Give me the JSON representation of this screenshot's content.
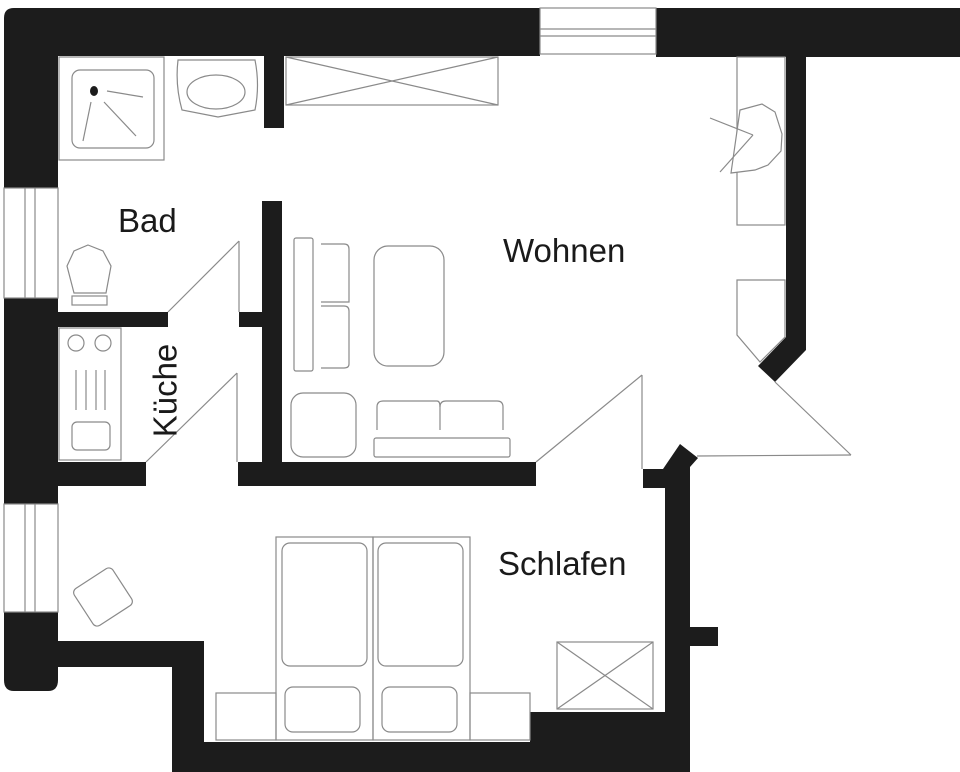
{
  "plan": {
    "title": "Floor plan",
    "wall_color": "#1c1c1c",
    "line_color": "#8a8a8a",
    "background": "#ffffff"
  },
  "rooms": {
    "bad": {
      "label": "Bad"
    },
    "kueche": {
      "label": "Küche"
    },
    "wohnen": {
      "label": "Wohnen"
    },
    "schlafen": {
      "label": "Schlafen"
    }
  },
  "fixtures": [
    "shower-tray",
    "washbasin",
    "toilet",
    "stove-top",
    "kitchen-sink",
    "wardrobe-living",
    "corner-fireplace",
    "sideboard",
    "coffee-table",
    "armchair",
    "sofa",
    "double-bed",
    "nightstand-left",
    "nightstand-right",
    "chair-bedroom",
    "wardrobe-bedroom"
  ]
}
